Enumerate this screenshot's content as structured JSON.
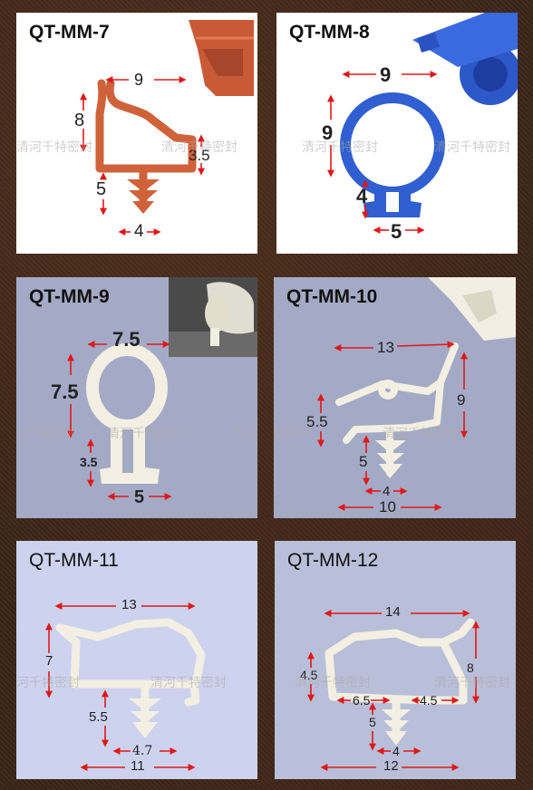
{
  "watermark": "清河千特密封",
  "colors": {
    "background": "#3a2418",
    "orange_profile": "#d0623a",
    "blue_profile": "#2f5fd0",
    "translucent_profile": "#f3efe2",
    "dimension_arrow": "#e01818",
    "panel_white": "#ffffff",
    "panel_steel": "#a4aac6",
    "panel_lavender": "#cdd3ef",
    "panel_grey_blue": "#b9bfd9"
  },
  "panels": [
    {
      "title": "QT-MM-7",
      "style": "bold",
      "profile_color": "orange",
      "dims": [
        "9",
        "8",
        "3.5",
        "5",
        "4"
      ]
    },
    {
      "title": "QT-MM-8",
      "style": "bold",
      "profile_color": "blue",
      "dims": [
        "9",
        "9",
        "4",
        "5"
      ]
    },
    {
      "title": "QT-MM-9",
      "style": "bold",
      "profile_color": "translucent",
      "dims": [
        "7.5",
        "7.5",
        "3.5",
        "5"
      ]
    },
    {
      "title": "QT-MM-10",
      "style": "bold",
      "profile_color": "translucent",
      "dims": [
        "13",
        "9",
        "5.5",
        "5",
        "4",
        "10"
      ]
    },
    {
      "title": "QT-MM-11",
      "style": "regular",
      "profile_color": "translucent",
      "dims": [
        "13",
        "7",
        "5.5",
        "4.7",
        "11"
      ]
    },
    {
      "title": "QT-MM-12",
      "style": "regular",
      "profile_color": "translucent",
      "dims": [
        "14",
        "4.5",
        "8",
        "6.5",
        "4.5",
        "5",
        "4",
        "12"
      ]
    }
  ]
}
